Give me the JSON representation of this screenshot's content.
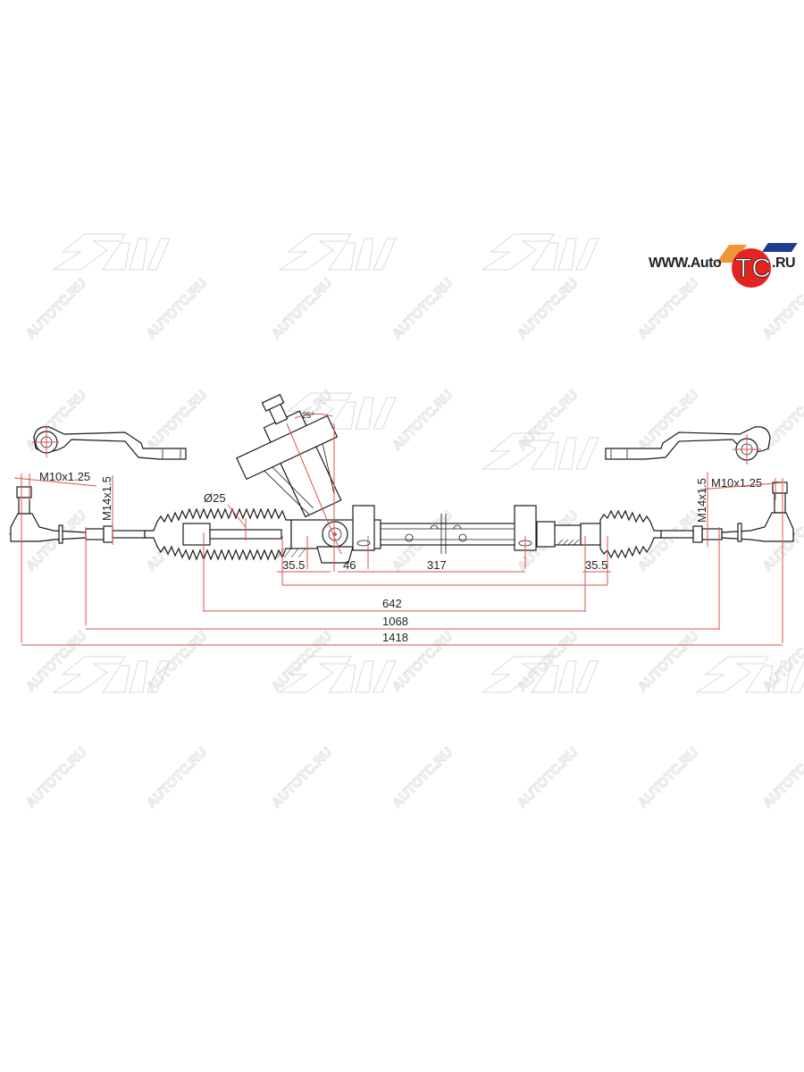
{
  "brand": {
    "prefix": "WWW.Auto",
    "highlight": "TC",
    "suffix": ".RU",
    "colors": {
      "circle": "#e52320",
      "stripe_blue": "#1f3c8f",
      "stripe_orange": "#f08a24",
      "text": "#222222"
    }
  },
  "watermark": {
    "text": "AUTOTC.RU",
    "logo": "SAT",
    "color": "#d6d6d6"
  },
  "drawing": {
    "subject": "Steering rack with tie rod ends",
    "line_color": "#1a1a1a",
    "dimension_color": "#d9534f",
    "labels": {
      "thread_outer_left": "M10x1.25",
      "thread_inner_left": "M14x1.5",
      "thread_outer_right": "M10x1.25",
      "thread_inner_right": "M14x1.5",
      "rack_diameter": "Ø25",
      "pinion_angle": "25°"
    },
    "dimensions": {
      "left_offset": "35.5",
      "pinion_offset": "46",
      "mount_spacing": "317",
      "right_offset": "35.5",
      "rack_travel_length": "642",
      "inner_ball_joint_length": "1068",
      "overall_length": "1418"
    }
  }
}
